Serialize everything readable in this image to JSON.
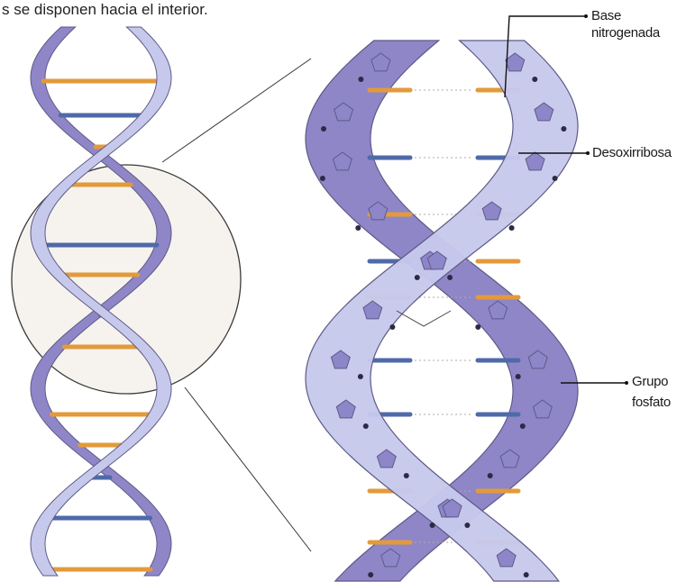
{
  "caption": "s se disponen hacia el interior.",
  "labels": {
    "base_line1": "Base",
    "base_line2": "nitrogenada",
    "desoxirribosa": "Desoxirribosa",
    "grupo_line1": "Grupo",
    "grupo_line2": "fosfato"
  },
  "colors": {
    "strand_light": "#c7c9ec",
    "strand_dark": "#8f86c8",
    "outline": "#5e5a86",
    "base_orange": "#e39a3a",
    "base_blue": "#4f6aa8",
    "sugar": "#8d86c9",
    "magnifier_fill": "#f6f3ee"
  }
}
